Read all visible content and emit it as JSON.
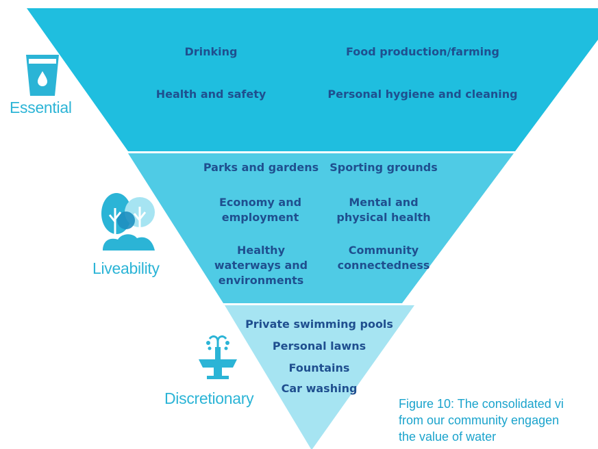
{
  "colors": {
    "essential": "#1fbedf",
    "liveability": "#4fcbe5",
    "discretionary": "#a6e4f2",
    "item_text": "#1f4f8f",
    "label_text": "#2bb4d6",
    "caption_text": "#1aa3cc"
  },
  "tiers": {
    "essential": {
      "label": "Essential",
      "icon": "water-glass-icon",
      "items": [
        "Drinking",
        "Food production/farming",
        "Health and safety",
        "Personal hygiene and cleaning"
      ]
    },
    "liveability": {
      "label": "Liveability",
      "icon": "trees-icon",
      "items": [
        "Parks and gardens",
        "Sporting grounds",
        "Economy and\nemployment",
        "Mental and\nphysical health",
        "Healthy\nwaterways and\nenvironments",
        "Community\nconnectedness"
      ]
    },
    "discretionary": {
      "label": "Discretionary",
      "icon": "fountain-icon",
      "items": [
        "Private swimming pools",
        "Personal lawns",
        "Fountains",
        "Car washing"
      ]
    }
  },
  "caption": {
    "line1": "Figure 10: The consolidated vi",
    "line2": "from our community engagen",
    "line3": "the value of water"
  }
}
